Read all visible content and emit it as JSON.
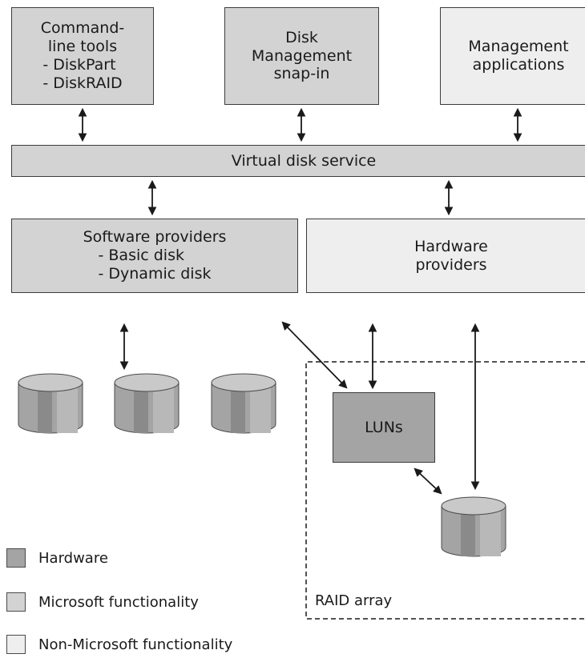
{
  "boxes": {
    "cmdline": {
      "title": "Command-line tools",
      "items": [
        "- DiskPart",
        "- DiskRAID"
      ]
    },
    "diskmgmt": {
      "lines": [
        "Disk",
        "Management",
        "snap-in"
      ]
    },
    "mgmtapps": {
      "lines": [
        "Management",
        "applications"
      ]
    },
    "vds": {
      "label": "Virtual disk service"
    },
    "software": {
      "title": "Software providers",
      "items": [
        "- Basic disk",
        "- Dynamic disk"
      ]
    },
    "hardware": {
      "lines": [
        "Hardware",
        "providers"
      ]
    },
    "luns": {
      "label": "LUNs"
    }
  },
  "raid": {
    "label": "RAID array"
  },
  "legend": [
    {
      "label": "Hardware",
      "color": "#a4a4a4"
    },
    {
      "label": "Microsoft functionality",
      "color": "#d3d3d3"
    },
    {
      "label": "Non-Microsoft functionality",
      "color": "#eeeeee"
    }
  ],
  "colors": {
    "hardware": "#a4a4a4",
    "microsoft": "#d3d3d3",
    "non_microsoft": "#eeeeee",
    "stroke": "#3c3c3c"
  }
}
